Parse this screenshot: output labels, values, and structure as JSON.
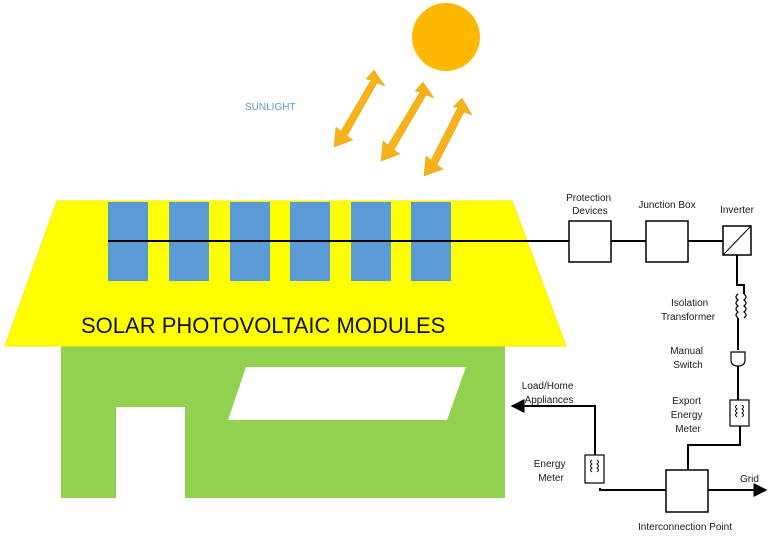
{
  "diagram": {
    "sunlight_label": "SUNLIGHT",
    "modules_label": "SOLAR PHOTOVOLTAIC MODULES",
    "components": {
      "protection_devices": [
        "Protection",
        "Devices"
      ],
      "junction_box": "Junction Box",
      "inverter": "Inverter",
      "isolation_transformer": [
        "Isolation",
        "Transformer"
      ],
      "manual_switch": [
        "Manual",
        "Switch"
      ],
      "export_energy_meter": [
        "Export",
        "Energy",
        "Meter"
      ],
      "energy_meter": [
        "Energy",
        "Meter"
      ],
      "load_home_appliances": [
        "Load/Home",
        "Appliances"
      ],
      "grid": "Grid",
      "interconnection_point": "Interconnection Point"
    },
    "colors": {
      "sun": "#FFB800",
      "arrows": "#F5B21B",
      "roof": "#FFFF00",
      "panels": "#5B9BD5",
      "house_wall": "#92D050",
      "sunlight_text": "#5B9BD5"
    },
    "panel_count": 6
  }
}
